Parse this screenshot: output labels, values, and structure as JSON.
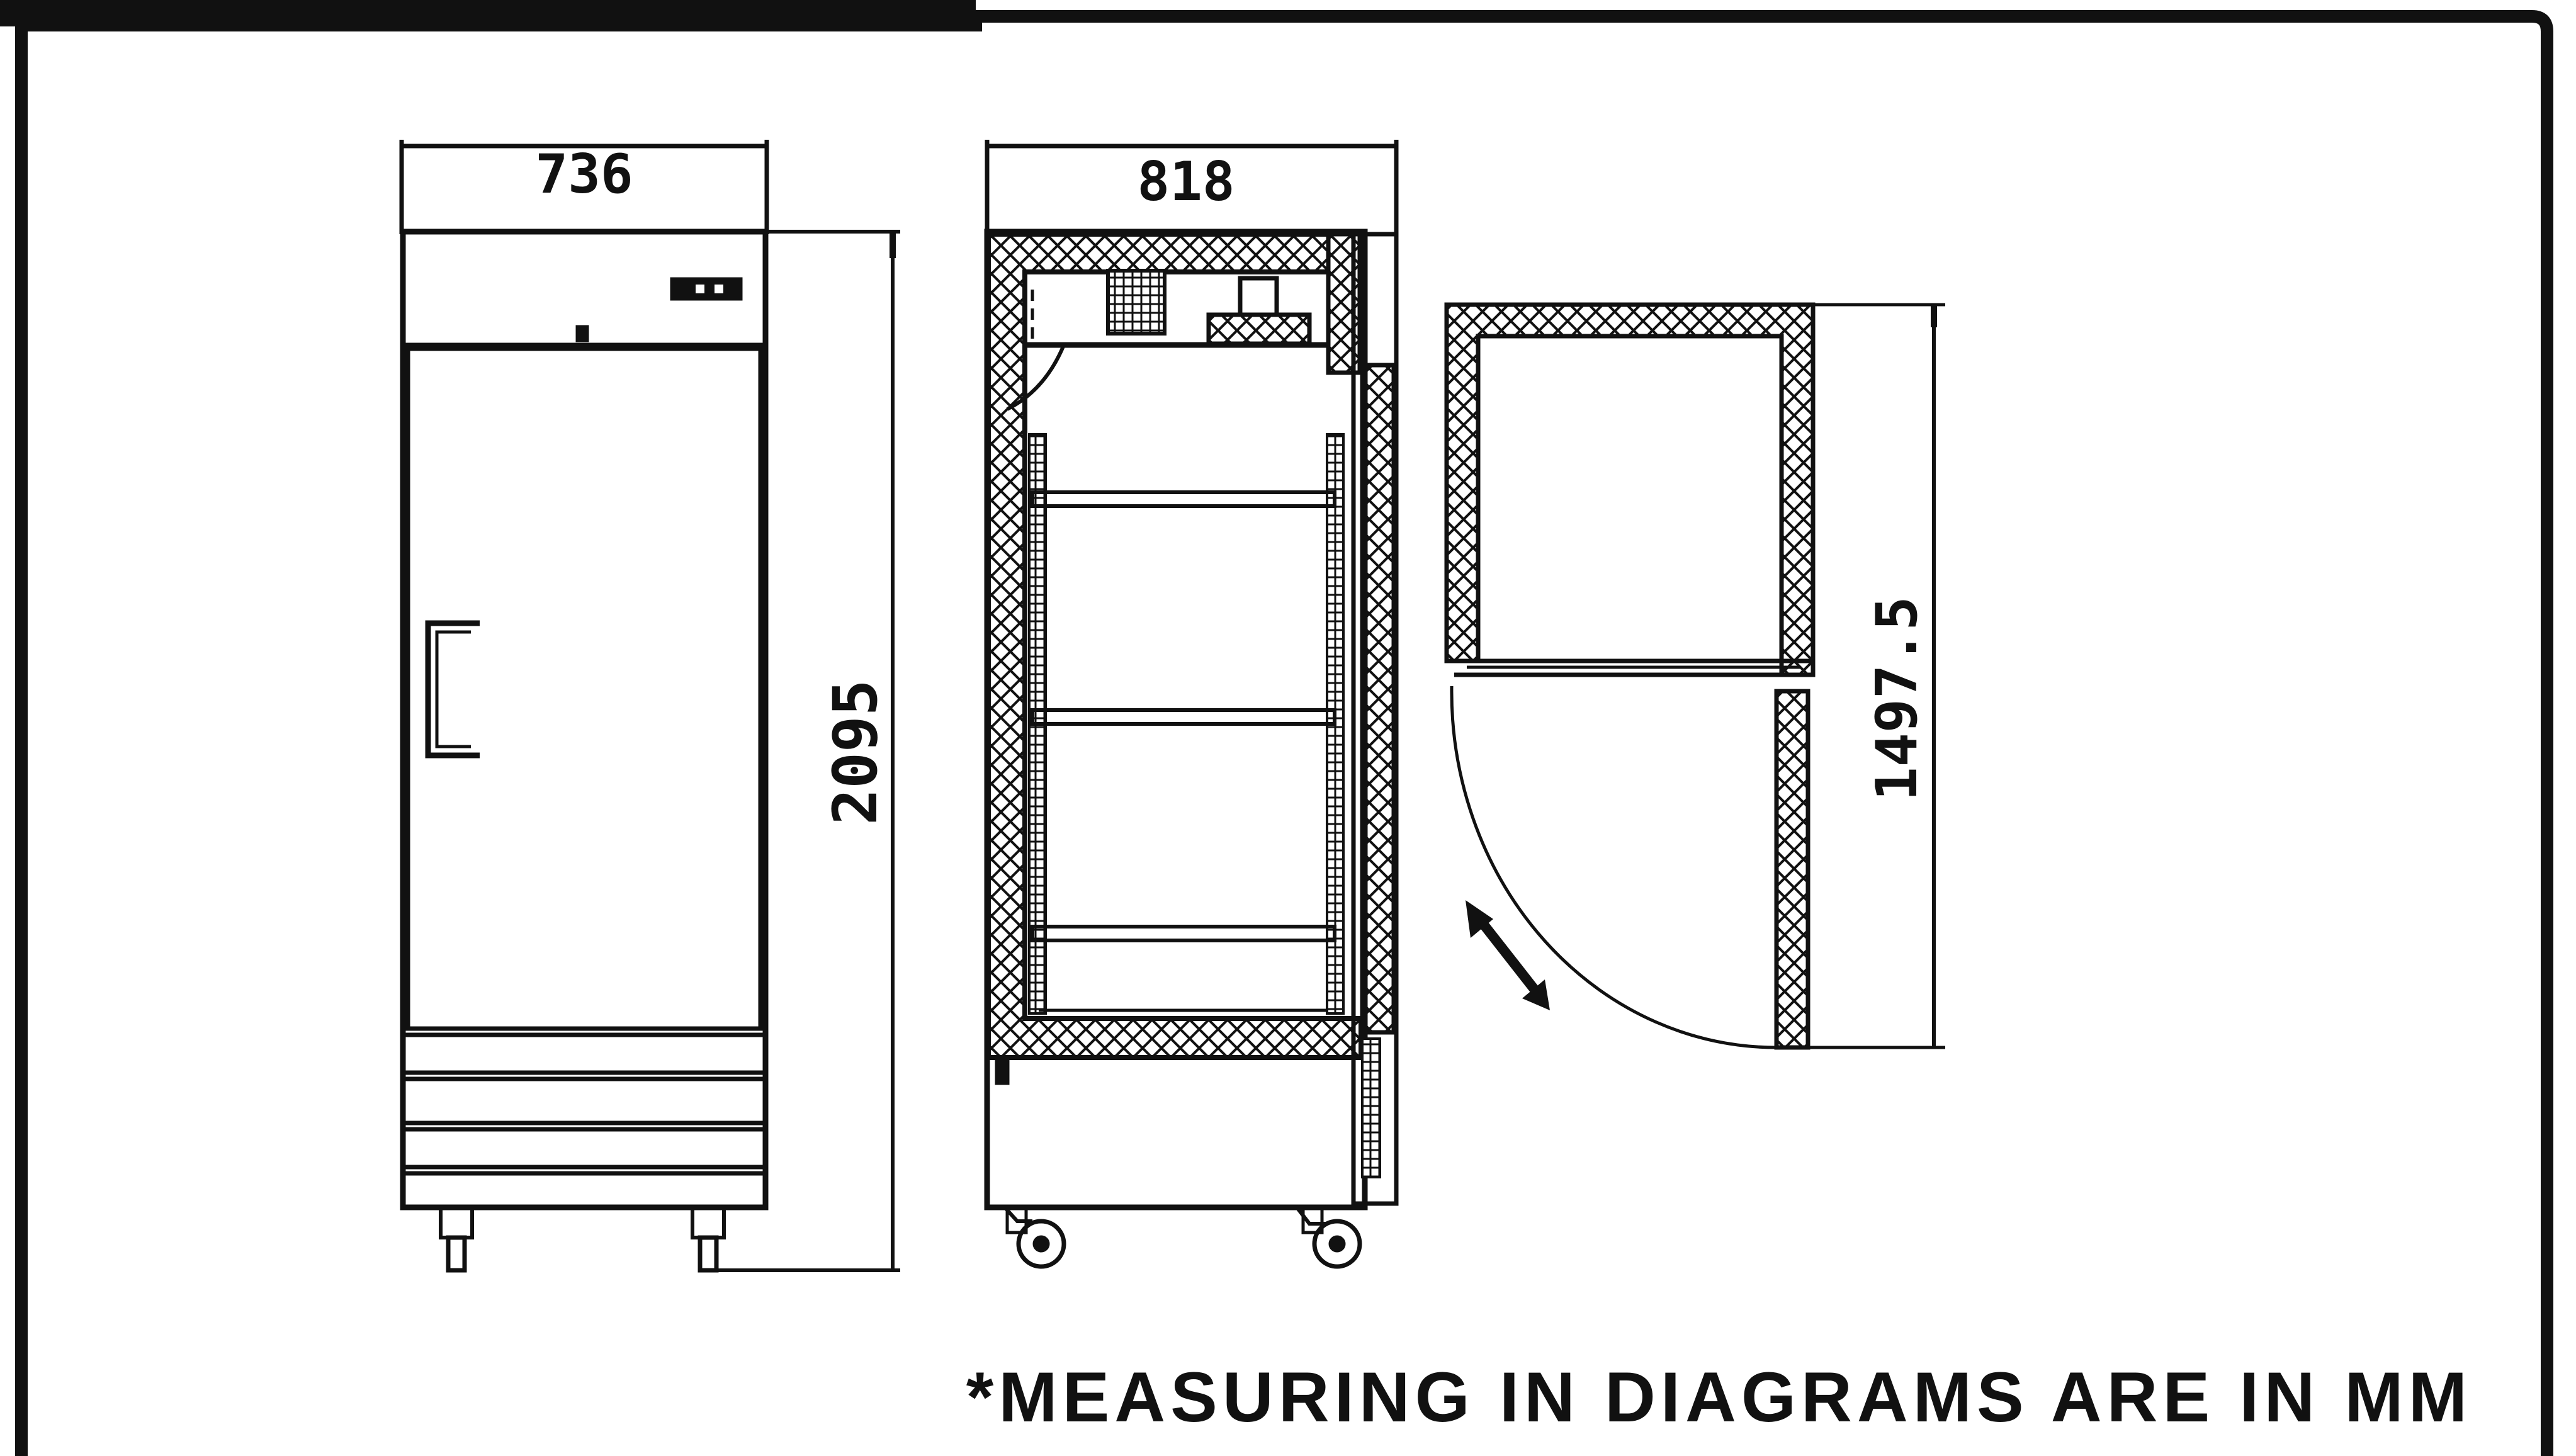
{
  "dimensions": {
    "front_width": "736",
    "side_depth": "818",
    "height": "2095",
    "door_clearance": "1497.5"
  },
  "note": "*MEASURING IN DIAGRAMS ARE IN MM",
  "colors": {
    "line": "#111111",
    "background": "#ffffff"
  }
}
